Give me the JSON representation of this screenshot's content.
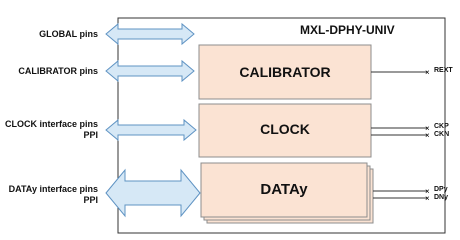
{
  "diagram": {
    "title": "MXL-DPHY-UNIV",
    "left_labels": {
      "global": "GLOBAL pins",
      "calibrator": "CALIBRATOR pins",
      "clock_line1": "CLOCK interface pins",
      "clock_line2": "PPI",
      "data_line1": "DATAy interface pins",
      "data_line2": "PPI"
    },
    "blocks": {
      "calibrator": "CALIBRATOR",
      "clock": "CLOCK",
      "data": "DATAy"
    },
    "pins": {
      "rext": "REXT",
      "ckp": "CKP",
      "ckn": "CKN",
      "dpy": "DPy",
      "dny": "DNy"
    },
    "colors": {
      "arrow_fill": "#d6e8f6",
      "arrow_stroke": "#5f93c3",
      "block_fill": "#fbe3d3",
      "block_stroke": "#8c8c8c",
      "outline": "#333333"
    }
  }
}
